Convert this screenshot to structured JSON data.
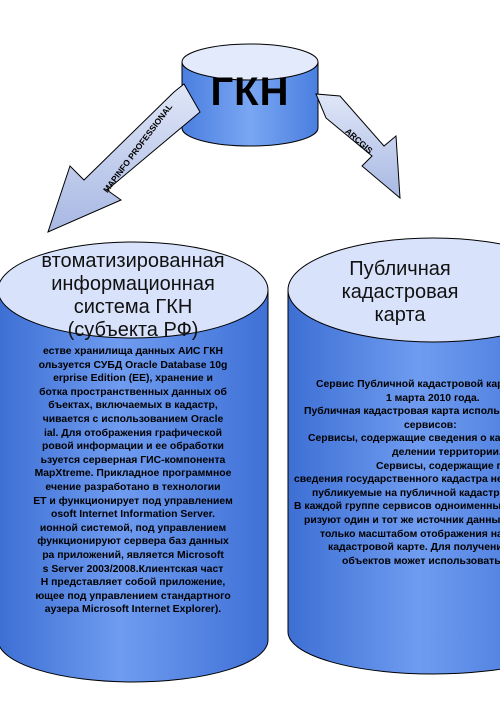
{
  "top_node": {
    "label": "ГКН"
  },
  "arrows": {
    "left": {
      "label": "MAPINFO PROFESSIONAL"
    },
    "right": {
      "label": "ARCGIS"
    }
  },
  "left_cylinder": {
    "title_lines": [
      "втоматизированная",
      "информационная",
      "система ГКН",
      "(субъекта РФ)"
    ],
    "body_lines": [
      "естве хранилища данных АИС ГКН",
      "ользуется СУБД Oracle Database 10g",
      "erprise Edition (EE), хранение и",
      "ботка пространственных данных об",
      "бъектах, включаемых в кадастр,",
      "чивается с использованием Oracle",
      "ial. Для отображения графической",
      "ровой информации и ее обработки",
      "ьзуется серверная ГИС-компонента",
      "MapXtreme. Прикладное программное",
      "ечение разработано в технологии",
      "ET и функционирует под управлением",
      "osoft Internet Information Server.",
      "ионной системой, под управлением",
      "функционируют сервера баз данных",
      "ра приложений, является Microsoft",
      "s Server 2003/2008.Клиентская част",
      "Н представляет собой приложение,",
      "ющее под управлением стандартного",
      "аузера Microsoft Internet Explorer)."
    ]
  },
  "right_cylinder": {
    "title_lines": [
      "Публичная",
      "кадастровая",
      "карта"
    ],
    "body_lines": [
      "Сервис Публичной кадастровой карты",
      "1 марта 2010 года.",
      "Публичная кадастровая карта использует",
      "сервисов:",
      "Сервисы, содержащие сведения о када",
      "делении территории.",
      "Сервисы, содержащие прочие",
      "сведения государственного кадастра недв",
      "публикуемые на публичной кадастров",
      "В каждой группе сервисов одноименные сл",
      "ризуют один и тот же источник данных и о",
      "только масштабом отображения на пуб",
      "кадастровой карте. Для получения атр",
      "объектов может использоваться любо"
    ]
  },
  "colors": {
    "cylinder_body": "#4a7fe0",
    "cylinder_top": "#d6e2fb",
    "arrow_fill": "#b9c7e9",
    "outline": "#000000"
  }
}
